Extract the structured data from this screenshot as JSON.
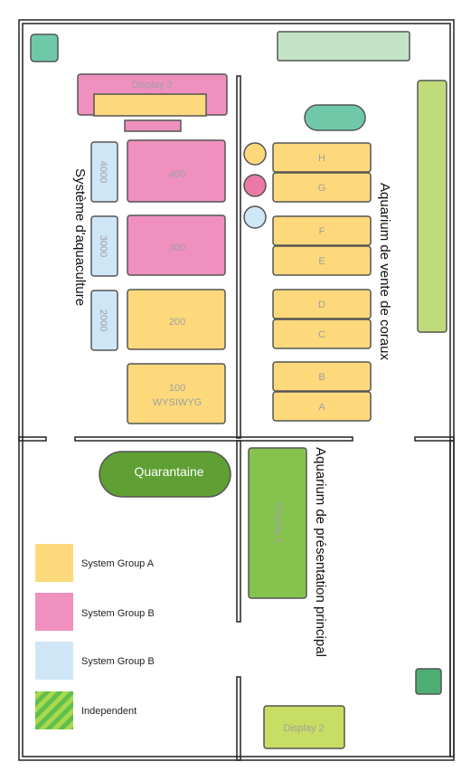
{
  "colors": {
    "group_a": "#fdd97c",
    "group_b_pink": "#ef90bf",
    "group_b_blue": "#cfe6f7",
    "small_tank_green": "#6fc9a8",
    "long_green": "#c2e4c4",
    "side_green": "#bfdb7a",
    "quarantine": "#5f9f34",
    "display1": "#86c34e",
    "display2": "#c7dd63",
    "circle_yellow": "#fdd97c",
    "circle_pink": "#ea79a6",
    "circle_blue": "#cfe6f7",
    "wall": "#222222"
  },
  "labels": {
    "display3": "Display 3",
    "display1": "Display 1",
    "display2": "Display 2",
    "quarantine": "Quarantaine",
    "system_400": "400",
    "system_300": "300",
    "system_200": "200",
    "system_100": "100",
    "system_100_sub": "WYSIWYG",
    "sump_4000": "4000",
    "sump_3000": "3000",
    "sump_2000": "2000",
    "coral_H": "H",
    "coral_G": "G",
    "coral_F": "F",
    "coral_E": "E",
    "coral_D": "D",
    "coral_C": "C",
    "coral_B": "B",
    "coral_A": "A"
  },
  "zones": {
    "aquaculture": "Système d'aquaculture",
    "coral_sales": "Aquarium de vente de coraux",
    "main_display": "Aquarium de présentation principal"
  },
  "legend": [
    {
      "label": "System Group A",
      "swatch": "group_a"
    },
    {
      "label": "System Group B",
      "swatch": "group_b_pink"
    },
    {
      "label": "System Group B",
      "swatch": "group_b_blue"
    },
    {
      "label": "Independent",
      "swatch": "striped"
    }
  ]
}
